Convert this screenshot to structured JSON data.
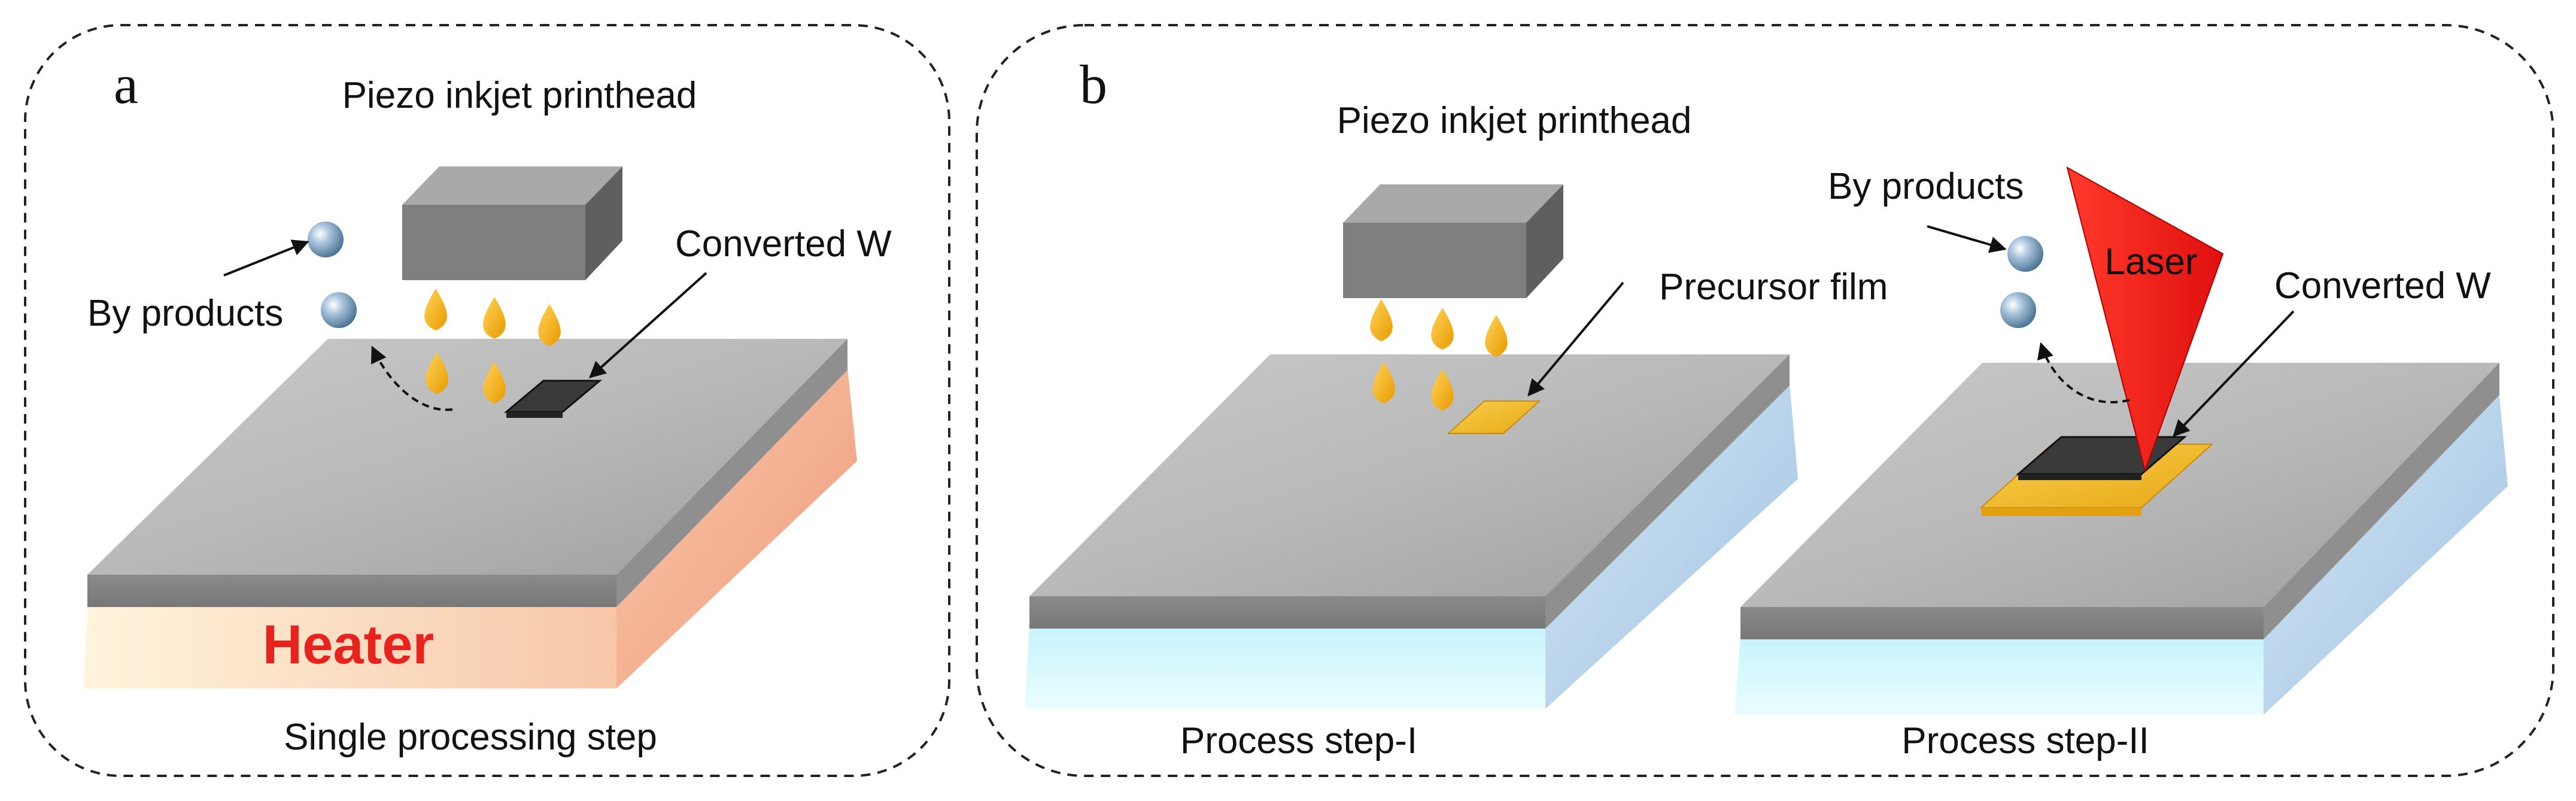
{
  "panel_a": {
    "letter": "a",
    "printhead": "Piezo inkjet printhead",
    "byproducts": "By products",
    "converted": "Converted W",
    "heater": "Heater",
    "caption": "Single processing step"
  },
  "panel_b": {
    "letter": "b",
    "printhead": "Piezo inkjet printhead",
    "precursor": "Precursor film",
    "byproducts": "By products",
    "laser": "Laser",
    "converted": "Converted W",
    "caption_1": "Process step-I",
    "caption_2": "Process step-II"
  },
  "colors": {
    "heater_text": "#e8231e",
    "laser": "#f01818",
    "droplet": "#f5a800",
    "precursor_film": "#f2b72a",
    "converted_film": "#3a3a3a"
  }
}
